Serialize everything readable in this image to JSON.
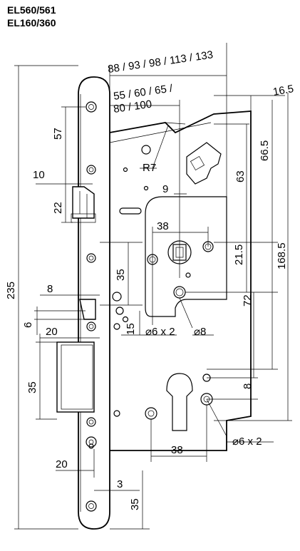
{
  "models": [
    "EL560/561",
    "EL160/360"
  ],
  "dimensions": {
    "backset_options_top": "88 / 93 / 98 / 113 / 133",
    "backset_options_mid1": "55 / 60 / 65 /",
    "backset_options_mid2": "80 / 100",
    "faceplate_offset": "16.5",
    "overall_height": "235",
    "upper_to_latch": "57",
    "latch_projection": "10",
    "latch_height": "22",
    "radius": "R7",
    "spindle_square": "9",
    "hole_spacing_upper": "38",
    "follower_to_hole": "21.5",
    "follower_offset_35": "35",
    "deadbolt_projection": "8",
    "deadbolt_height": "6",
    "hole_spacing_15": "15",
    "width_20_upper": "20",
    "bolt_height": "35",
    "hole_dia_6x2_upper": "⌀6 x 2",
    "hole_dia_8": "⌀8",
    "right_63": "63",
    "right_66_5": "66.5",
    "right_72": "72",
    "right_168_5": "168.5",
    "cylinder_8": "8",
    "hole_spacing_lower": "38",
    "hole_dia_6x2_lower": "⌀6 x 2",
    "width_20_lower": "20",
    "lower_3": "3",
    "bottom_35": "35"
  }
}
